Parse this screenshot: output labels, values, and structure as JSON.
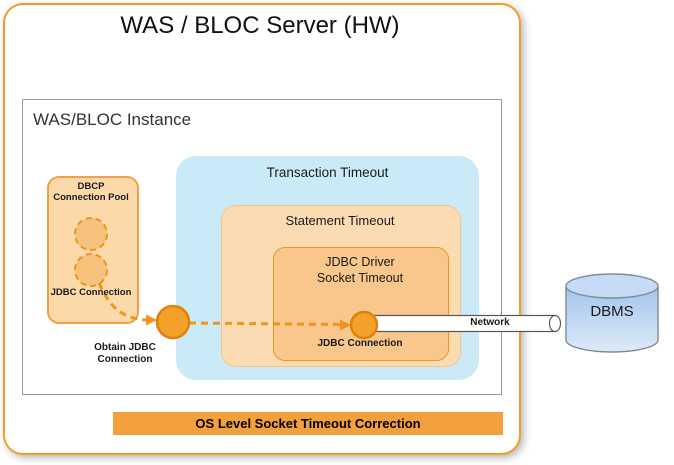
{
  "server": {
    "title": "WAS / BLOC Server (HW)"
  },
  "instance": {
    "label": "WAS/BLOC Instance"
  },
  "pool": {
    "label": "DBCP\nConnection Pool",
    "connection_label": "JDBC Connection"
  },
  "timeouts": {
    "transaction_label": "Transaction Timeout",
    "statement_label": "Statement Timeout",
    "socket_label": "JDBC Driver\nSocket Timeout",
    "socket_connection_label": "JDBC Connection"
  },
  "flow": {
    "obtain_label": "Obtain JDBC\nConnection"
  },
  "network": {
    "label": "Network"
  },
  "dbms": {
    "label": "DBMS"
  },
  "os_bar": {
    "label": "OS Level Socket Timeout Correction"
  },
  "colors": {
    "accent_orange": "#F59C27",
    "arrow_orange": "#EF941F",
    "pool_fill": "#FBD9A8",
    "transaction_fill": "#CBEAF7",
    "statement_fill": "#FBDCB2",
    "socket_fill": "#F9C78C",
    "node_fill": "#F5A02B",
    "os_bar_fill": "#F1A03C",
    "dbms_fill": "#B9D3F1"
  }
}
